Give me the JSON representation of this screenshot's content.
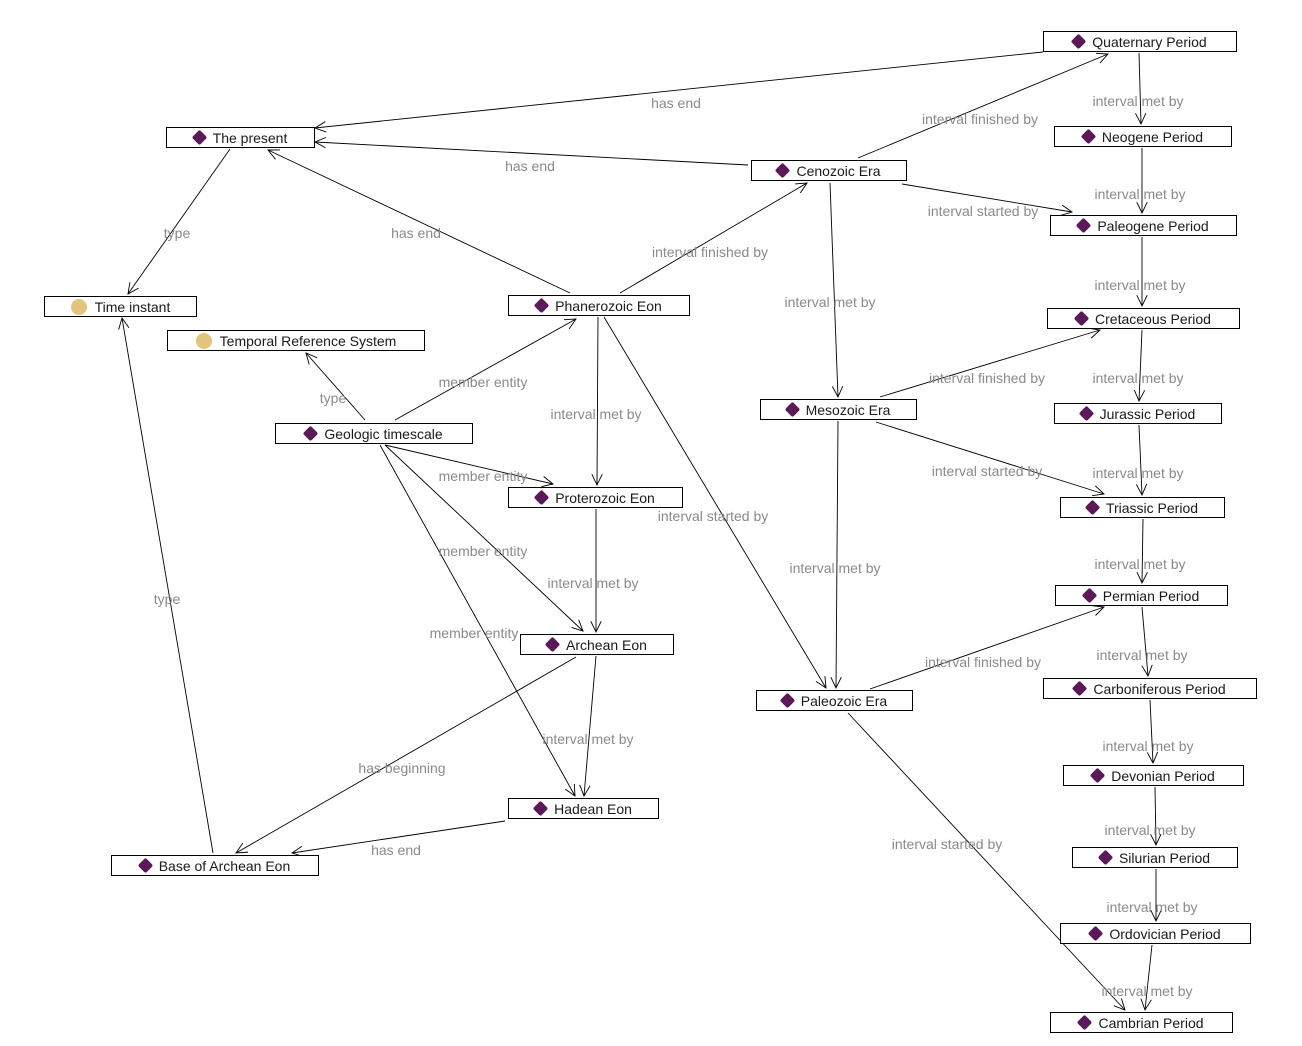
{
  "colors": {
    "individual": "#5a1a58",
    "class": "#e2c47e",
    "edge": "#000000",
    "edge_label": "#8a8a8a"
  },
  "nodes": {
    "quaternary": {
      "label": "Quaternary Period",
      "kind": "individual"
    },
    "present": {
      "label": "The present",
      "kind": "individual"
    },
    "neogene": {
      "label": "Neogene Period",
      "kind": "individual"
    },
    "cenozoic": {
      "label": "Cenozoic Era",
      "kind": "individual"
    },
    "paleogene": {
      "label": "Paleogene Period",
      "kind": "individual"
    },
    "timeinstant": {
      "label": "Time instant",
      "kind": "class"
    },
    "phanerozoic": {
      "label": "Phanerozoic Eon",
      "kind": "individual"
    },
    "cretaceous": {
      "label": "Cretaceous Period",
      "kind": "individual"
    },
    "trs": {
      "label": "Temporal Reference System",
      "kind": "class"
    },
    "mesozoic": {
      "label": "Mesozoic Era",
      "kind": "individual"
    },
    "jurassic": {
      "label": "Jurassic Period",
      "kind": "individual"
    },
    "geologic": {
      "label": "Geologic timescale",
      "kind": "individual"
    },
    "proterozoic": {
      "label": "Proterozoic Eon",
      "kind": "individual"
    },
    "triassic": {
      "label": "Triassic Period",
      "kind": "individual"
    },
    "permian": {
      "label": "Permian Period",
      "kind": "individual"
    },
    "archean": {
      "label": "Archean Eon",
      "kind": "individual"
    },
    "paleozoic": {
      "label": "Paleozoic Era",
      "kind": "individual"
    },
    "carboniferous": {
      "label": "Carboniferous Period",
      "kind": "individual"
    },
    "devonian": {
      "label": "Devonian Period",
      "kind": "individual"
    },
    "hadean": {
      "label": "Hadean Eon",
      "kind": "individual"
    },
    "base": {
      "label": "Base of Archean Eon",
      "kind": "individual"
    },
    "silurian": {
      "label": "Silurian Period",
      "kind": "individual"
    },
    "ordovician": {
      "label": "Ordovician Period",
      "kind": "individual"
    },
    "cambrian": {
      "label": "Cambrian Period",
      "kind": "individual"
    }
  },
  "edges": [
    {
      "from": "quaternary",
      "to": "present",
      "label": "has end"
    },
    {
      "from": "cenozoic",
      "to": "present",
      "label": "has end"
    },
    {
      "from": "phanerozoic",
      "to": "present",
      "label": "has end"
    },
    {
      "from": "present",
      "to": "timeinstant",
      "label": "type"
    },
    {
      "from": "cenozoic",
      "to": "quaternary",
      "label": "interval finished by"
    },
    {
      "from": "quaternary",
      "to": "neogene",
      "label": "interval met by"
    },
    {
      "from": "neogene",
      "to": "paleogene",
      "label": "interval met by"
    },
    {
      "from": "cenozoic",
      "to": "paleogene",
      "label": "interval started by"
    },
    {
      "from": "phanerozoic",
      "to": "cenozoic",
      "label": "interval finished by"
    },
    {
      "from": "cenozoic",
      "to": "mesozoic",
      "label": "interval met by"
    },
    {
      "from": "paleogene",
      "to": "cretaceous",
      "label": "interval met by"
    },
    {
      "from": "mesozoic",
      "to": "cretaceous",
      "label": "interval finished by"
    },
    {
      "from": "cretaceous",
      "to": "jurassic",
      "label": "interval met by"
    },
    {
      "from": "mesozoic",
      "to": "triassic",
      "label": "interval started by"
    },
    {
      "from": "jurassic",
      "to": "triassic",
      "label": "interval met by"
    },
    {
      "from": "triassic",
      "to": "permian",
      "label": "interval met by"
    },
    {
      "from": "mesozoic",
      "to": "paleozoic",
      "label": "interval met by"
    },
    {
      "from": "paleozoic",
      "to": "permian",
      "label": "interval finished by"
    },
    {
      "from": "permian",
      "to": "carboniferous",
      "label": "interval met by"
    },
    {
      "from": "carboniferous",
      "to": "devonian",
      "label": "interval met by"
    },
    {
      "from": "devonian",
      "to": "silurian",
      "label": "interval met by"
    },
    {
      "from": "silurian",
      "to": "ordovician",
      "label": "interval met by"
    },
    {
      "from": "ordovician",
      "to": "cambrian",
      "label": "interval met by"
    },
    {
      "from": "paleozoic",
      "to": "cambrian",
      "label": "interval started by"
    },
    {
      "from": "phanerozoic",
      "to": "paleozoic",
      "label": "interval started by"
    },
    {
      "from": "phanerozoic",
      "to": "proterozoic",
      "label": "interval met by"
    },
    {
      "from": "proterozoic",
      "to": "archean",
      "label": "interval met by"
    },
    {
      "from": "archean",
      "to": "hadean",
      "label": "interval met by"
    },
    {
      "from": "geologic",
      "to": "phanerozoic",
      "label": "member entity"
    },
    {
      "from": "geologic",
      "to": "trs",
      "label": "type"
    },
    {
      "from": "geologic",
      "to": "proterozoic",
      "label": "member entity"
    },
    {
      "from": "geologic",
      "to": "archean",
      "label": "member entity"
    },
    {
      "from": "geologic",
      "to": "hadean",
      "label": "member entity"
    },
    {
      "from": "archean",
      "to": "base",
      "label": "has beginning"
    },
    {
      "from": "hadean",
      "to": "base",
      "label": "has end"
    },
    {
      "from": "base",
      "to": "timeinstant",
      "label": "type"
    }
  ]
}
